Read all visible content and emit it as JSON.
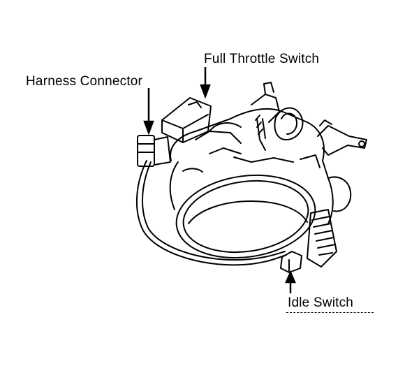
{
  "labels": {
    "full_throttle_switch": "Full Throttle Switch",
    "harness_connector": "Harness Connector",
    "idle_switch": "Idle Switch"
  },
  "colors": {
    "ink": "#000000",
    "paper": "#ffffff"
  }
}
